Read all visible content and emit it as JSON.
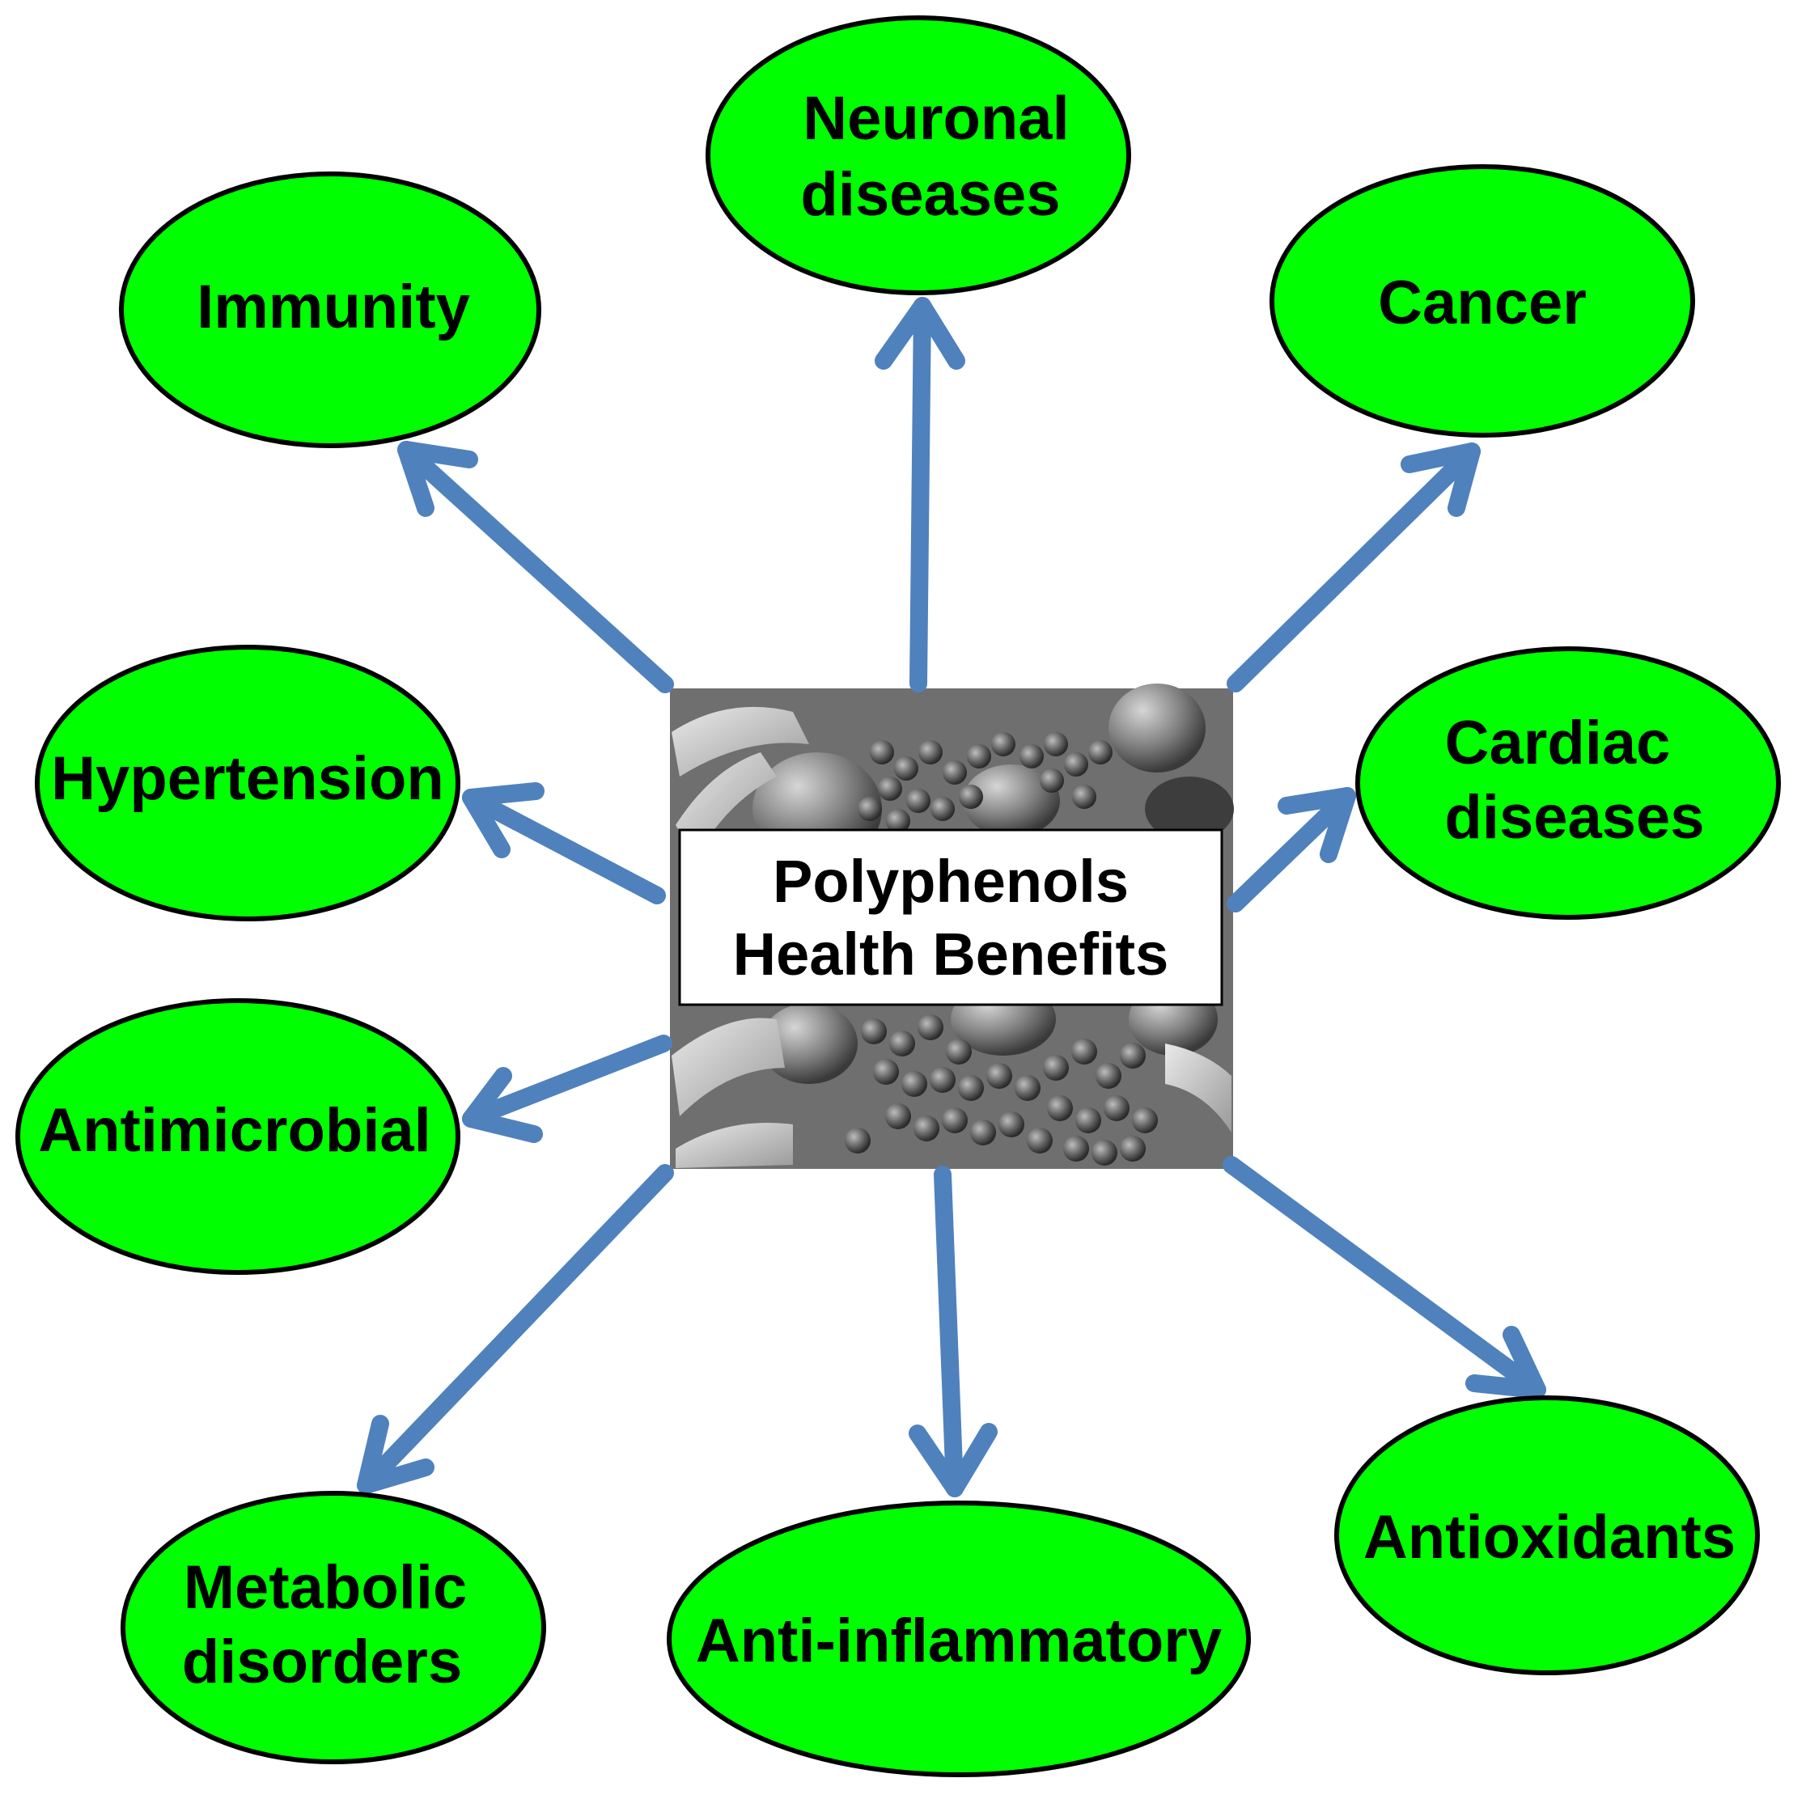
{
  "center": {
    "line1": "Polyphenols",
    "line2": "Health Benefits"
  },
  "nodes": {
    "neuronal": {
      "line1": "Neuronal",
      "line2": "diseases"
    },
    "immunity": {
      "line1": "Immunity"
    },
    "cancer": {
      "line1": "Cancer"
    },
    "hypertension": {
      "line1": "Hypertension"
    },
    "cardiac": {
      "line1": "Cardiac",
      "line2": "diseases"
    },
    "antimicrobial": {
      "line1": "Antimicrobial"
    },
    "metabolic": {
      "line1": "Metabolic",
      "line2": "disorders"
    },
    "antiinflammatory": {
      "line1": "Anti-inflammatory"
    },
    "antioxidants": {
      "line1": "Antioxidants"
    }
  },
  "colors": {
    "node_fill": "#00ff00",
    "node_stroke": "#000000",
    "arrow": "#4f81bd",
    "photo_bg": "#6f6f6f"
  },
  "icons": {
    "center_photo": "fruit-vegetables-photo"
  }
}
